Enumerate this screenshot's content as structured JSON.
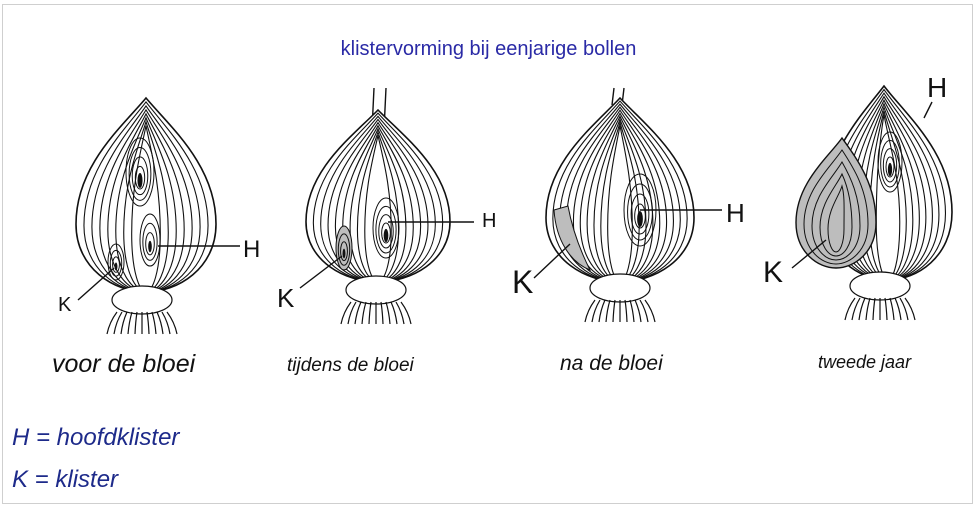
{
  "title": "klistervorming bij eenjarige bollen",
  "stages": [
    {
      "caption": "voor de bloei",
      "label_h": "H",
      "label_k": "K"
    },
    {
      "caption": "tijdens de bloei",
      "label_h": "H",
      "label_k": "K"
    },
    {
      "caption": "na de bloei",
      "label_h": "H",
      "label_k": "K"
    },
    {
      "caption": "tweede jaar",
      "label_h": "H",
      "label_k": "K"
    }
  ],
  "legend": {
    "h": "H = hoofdklister",
    "k": "K = klister"
  },
  "colors": {
    "title": "#2a2aa6",
    "legend": "#1d2a8a",
    "ink": "#111111",
    "shading": "#bdbdbd"
  }
}
